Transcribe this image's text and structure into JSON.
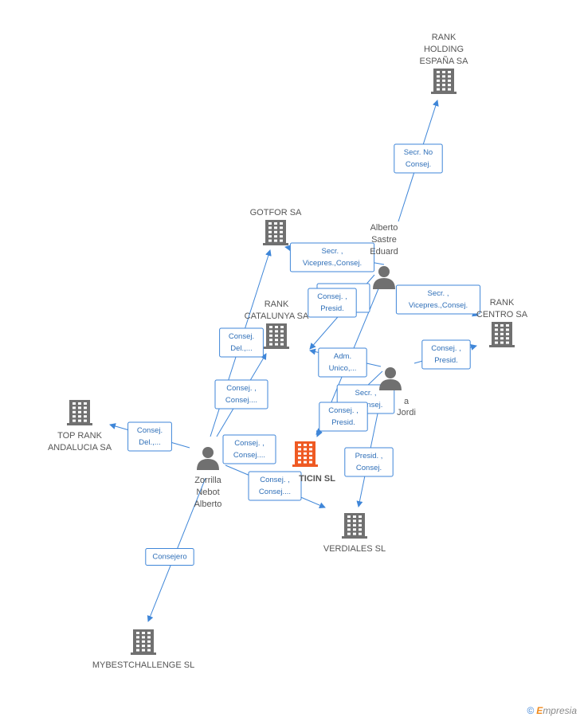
{
  "colors": {
    "edge": "#3f86d8",
    "node": "#707070",
    "focus": "#ef5a23"
  },
  "nodes": [
    {
      "id": "rank_holding",
      "kind": "company",
      "lines": [
        "RANK",
        "HOLDING",
        "ESPAÑA SA"
      ]
    },
    {
      "id": "gotfor",
      "kind": "company",
      "lines": [
        "GOTFOR SA"
      ]
    },
    {
      "id": "rank_catalunya",
      "kind": "company",
      "lines": [
        "RANK",
        "CATALUNYA SA"
      ]
    },
    {
      "id": "rank_centro",
      "kind": "company",
      "lines": [
        "RANK",
        "CENTRO SA"
      ]
    },
    {
      "id": "top_rank_andalucia",
      "kind": "company",
      "lines": [
        "TOP RANK",
        "ANDALUCIA SA"
      ]
    },
    {
      "id": "focus",
      "kind": "focus",
      "lines": [
        "TICIN SL"
      ]
    },
    {
      "id": "verdiales",
      "kind": "company",
      "lines": [
        "VERDIALES SL"
      ]
    },
    {
      "id": "mybestchallenge",
      "kind": "company",
      "lines": [
        "MYBESTCHALLENGE SL"
      ]
    },
    {
      "id": "alberto_sastre",
      "kind": "person",
      "lines": [
        "Alberto",
        "Sastre",
        "Eduard"
      ]
    },
    {
      "id": "jordi",
      "kind": "person",
      "lines": [
        "a",
        "Jordi"
      ]
    },
    {
      "id": "zorrilla",
      "kind": "person",
      "lines": [
        "Zorrilla",
        "Nebot",
        "Alberto"
      ]
    }
  ],
  "edges": [
    {
      "from": "alberto_sastre",
      "to": "rank_holding",
      "label": [
        "Secr.  No",
        "Consej."
      ]
    },
    {
      "from": "alberto_sastre",
      "to": "gotfor",
      "label": [
        "Secr. ,",
        "Vicepres.,Consej."
      ]
    },
    {
      "from": "alberto_sastre",
      "to": "rank_centro",
      "label": [
        "Secr. ,",
        "Vicepres.,Consej."
      ]
    },
    {
      "from": "alberto_sastre",
      "to": "rank_catalunya",
      "label": [
        "Consej. ,",
        "Presid."
      ]
    },
    {
      "from": "jordi",
      "to": "rank_centro",
      "label": [
        "Consej. ,",
        "Presid."
      ]
    },
    {
      "from": "jordi",
      "to": "rank_catalunya",
      "label": [
        "Adm.",
        "Unico,..."
      ]
    },
    {
      "from": "jordi",
      "to": "focus",
      "label": [
        "Secr. ,",
        "...,Consej."
      ]
    },
    {
      "from": "alberto_sastre",
      "to": "focus",
      "label": [
        "Consej. ,",
        "Presid."
      ]
    },
    {
      "from": "jordi",
      "to": "verdiales",
      "label": [
        "Presid. ,",
        "Consej."
      ]
    },
    {
      "from": "zorrilla",
      "to": "gotfor",
      "label": [
        "Consej.",
        "Del.,..."
      ]
    },
    {
      "from": "zorrilla",
      "to": "rank_catalunya",
      "label": [
        "Consej. ,",
        "Consej...."
      ]
    },
    {
      "from": "zorrilla",
      "to": "top_rank_andalucia",
      "label": [
        "Consej.",
        "Del.,..."
      ]
    },
    {
      "from": "zorrilla",
      "to": "focus",
      "label": [
        "Consej. ,",
        "Consej...."
      ]
    },
    {
      "from": "zorrilla",
      "to": "verdiales",
      "label": [
        "Consej. ,",
        "Consej...."
      ]
    },
    {
      "from": "zorrilla",
      "to": "mybestchallenge",
      "label": [
        "Consejero"
      ]
    }
  ],
  "extra_labels": [
    [
      "Secr. ,",
      "...cr."
    ]
  ],
  "brand": {
    "copyright": "©",
    "name_first": "E",
    "name_rest": "mpresia"
  }
}
